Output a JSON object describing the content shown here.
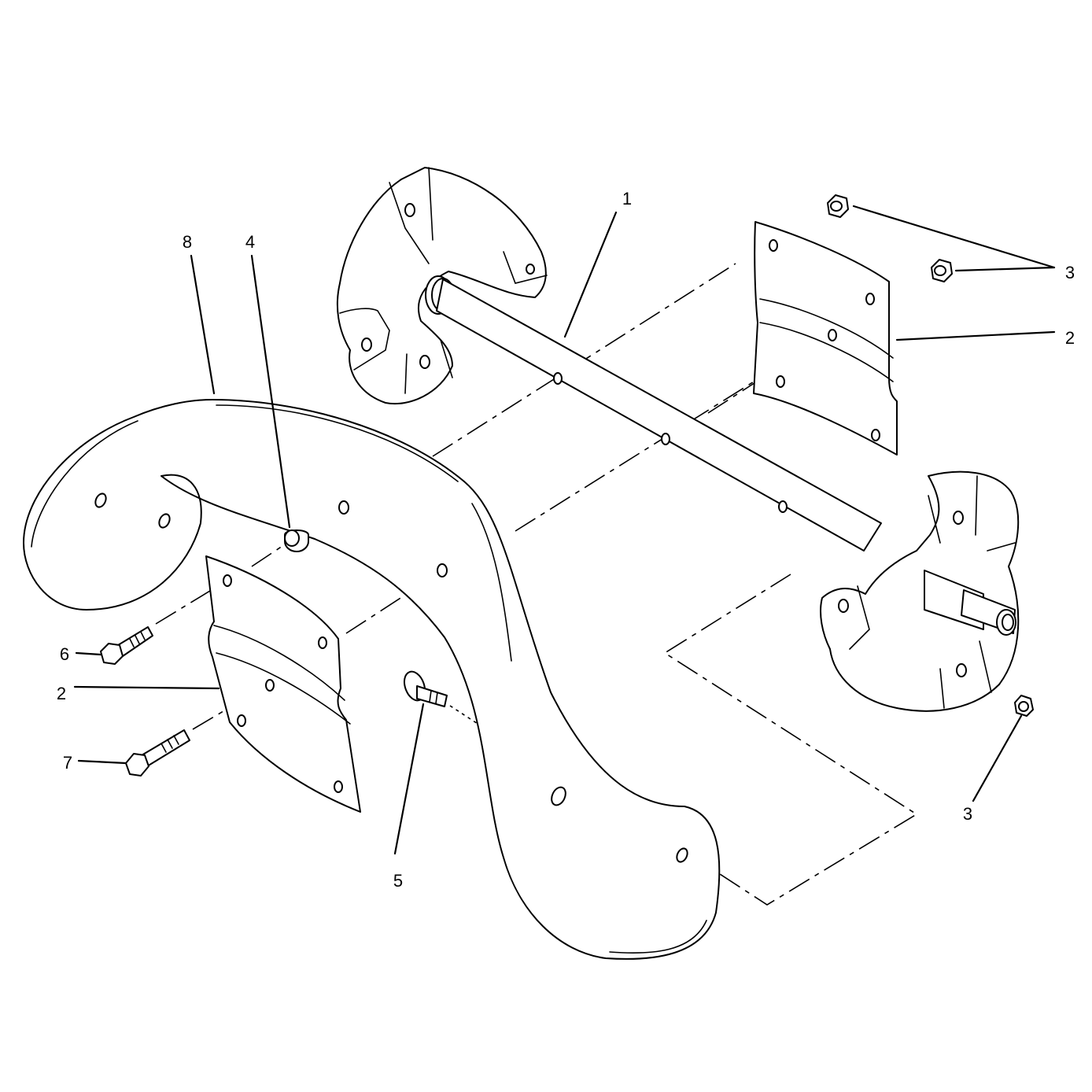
{
  "callouts": [
    {
      "id": "c1",
      "text": "1"
    },
    {
      "id": "c2a",
      "text": "2"
    },
    {
      "id": "c2b",
      "text": "2"
    },
    {
      "id": "c3a",
      "text": "3"
    },
    {
      "id": "c3b",
      "text": "3"
    },
    {
      "id": "c4",
      "text": "4"
    },
    {
      "id": "c5",
      "text": "5"
    },
    {
      "id": "c6",
      "text": "6"
    },
    {
      "id": "c7",
      "text": "7"
    },
    {
      "id": "c8",
      "text": "8"
    }
  ]
}
